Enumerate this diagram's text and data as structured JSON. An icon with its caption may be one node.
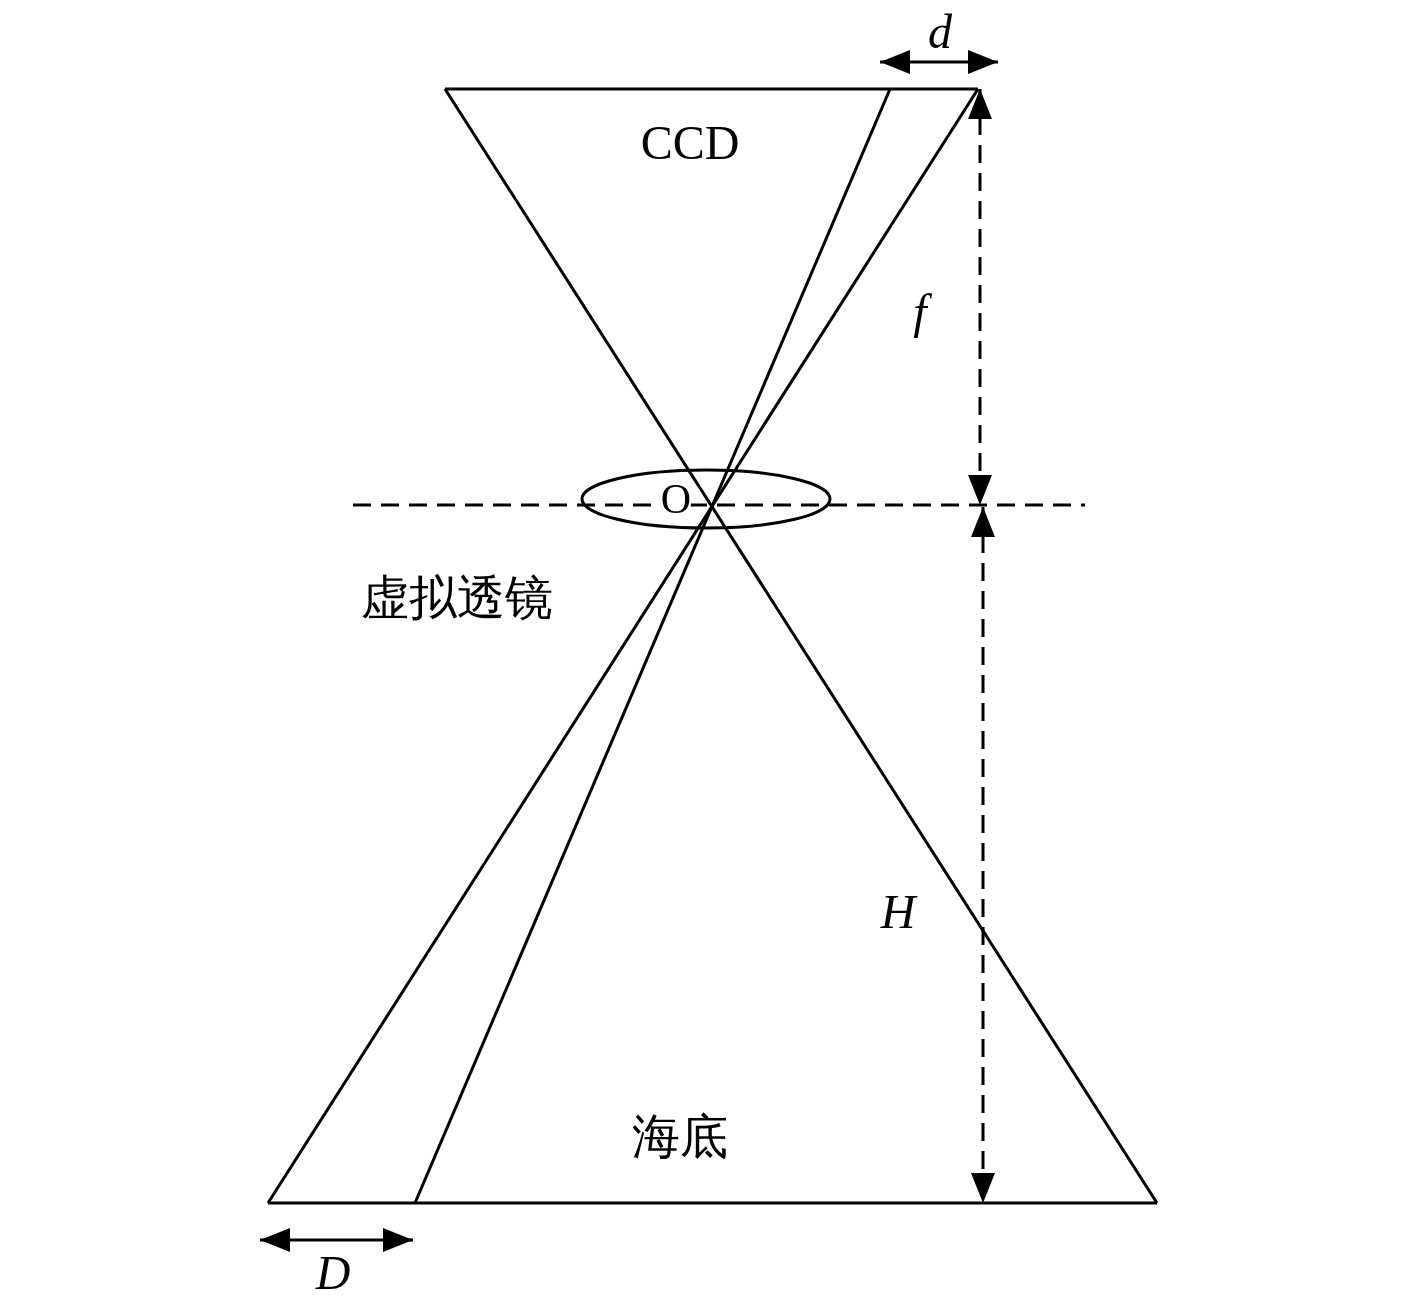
{
  "diagram": {
    "labels": [
      "d",
      "CCD",
      "f",
      "O",
      "虚拟透镜",
      "H",
      "海底",
      "D"
    ]
  }
}
